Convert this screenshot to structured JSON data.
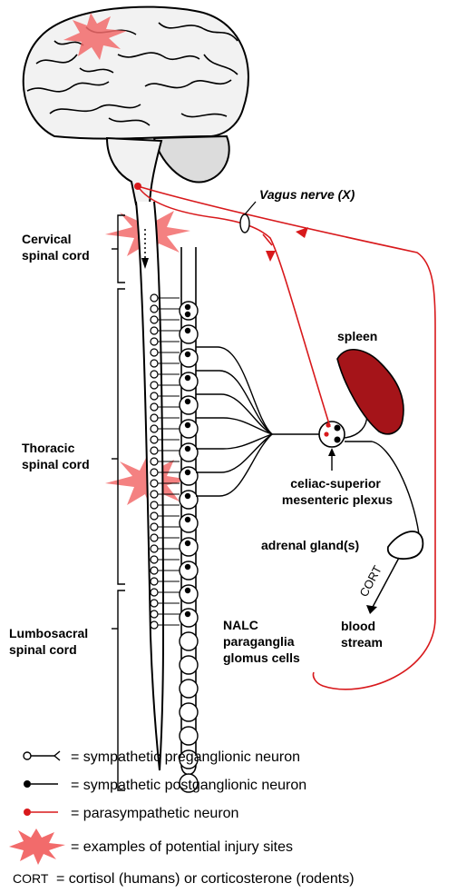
{
  "regions": {
    "cervical": [
      "Cervical",
      "spinal cord"
    ],
    "thoracic": [
      "Thoracic",
      "spinal cord"
    ],
    "lumbosacral": [
      "Lumbosacral",
      "spinal cord"
    ]
  },
  "labels": {
    "vagus": "Vagus nerve (X)",
    "spleen": "spleen",
    "plexus": [
      "celiac-superior",
      "mesenteric plexus"
    ],
    "adrenal": "adrenal gland(s)",
    "cort_arrow": "CORT",
    "blood": [
      "blood",
      "stream"
    ],
    "nalc": [
      "NALC",
      "paraganglia",
      "glomus cells"
    ]
  },
  "legend": [
    {
      "symbol": "preganglionic-line",
      "text": "= sympathetic preganglionic neuron"
    },
    {
      "symbol": "postganglionic-line",
      "text": "= sympathetic postganglionic neuron"
    },
    {
      "symbol": "parasympathetic-line",
      "text": "= parasympathetic neuron"
    },
    {
      "symbol": "injury-starburst",
      "text": "= examples of potential injury sites"
    },
    {
      "symbol": "CORT",
      "text": "= cortisol (humans) or corticosterone (rodents)"
    }
  ],
  "colors": {
    "parasympathetic": "#d8191c",
    "spleen": "#a51419",
    "injury": "#f26b6b",
    "brain": "#f2f2f2",
    "cerebellum": "#dcdcdc"
  }
}
